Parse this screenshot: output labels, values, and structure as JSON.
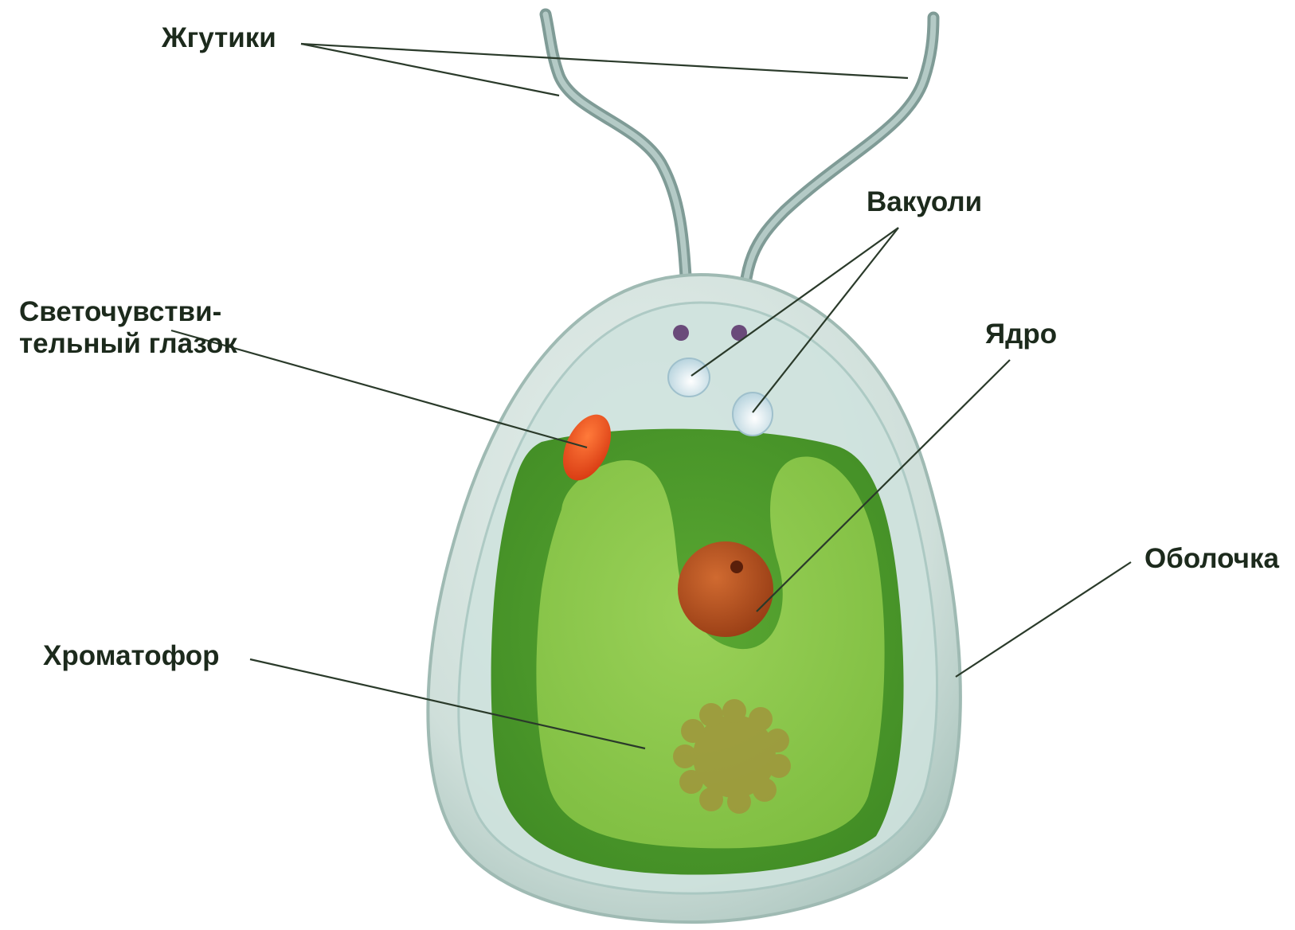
{
  "labels": {
    "flagella": "Жгутики",
    "vacuoles": "Вакуоли",
    "eyespot_line1": "Светочувстви-",
    "eyespot_line2": "тельный глазок",
    "nucleus": "Ядро",
    "membrane": "Оболочка",
    "chromatophore": "Хроматофор"
  },
  "colors": {
    "membrane": "#c9dcd6",
    "chromatophore_dark": "#4f9a2c",
    "chromatophore_light": "#86c447",
    "nucleus": "#b8501f",
    "eyespot": "#e84a1c",
    "vacuole": "#dbeaf0",
    "flagellum": "#8fa8a4",
    "leader_line": "#2a3a2a"
  }
}
